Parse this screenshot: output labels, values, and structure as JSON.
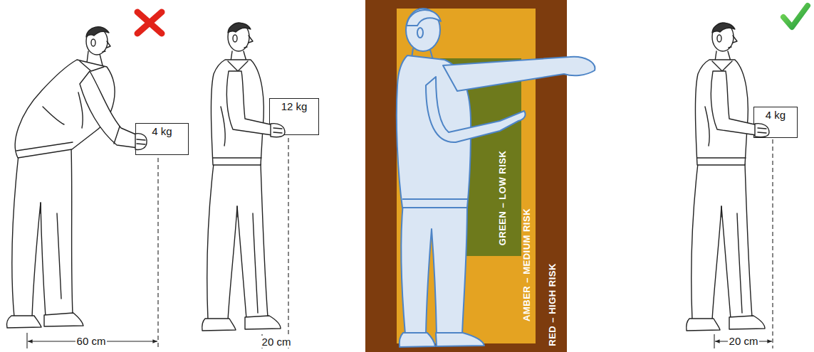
{
  "diagram": {
    "nodes": [
      {
        "text": [
          "4 kg"
        ]
      },
      {
        "text": [
          "12 kg"
        ]
      },
      {
        "text": [
          "RED – HIGH RISK"
        ]
      },
      {
        "text": [
          "AMBER – MEDIUM RISK"
        ],
        "in": 2
      },
      {
        "text": [
          "GREEN – LOW RISK"
        ],
        "in": 3
      },
      {
        "text": [
          "4 kg"
        ]
      }
    ],
    "labels": [
      "60 cm",
      "20 cm",
      "20 cm"
    ]
  }
}
